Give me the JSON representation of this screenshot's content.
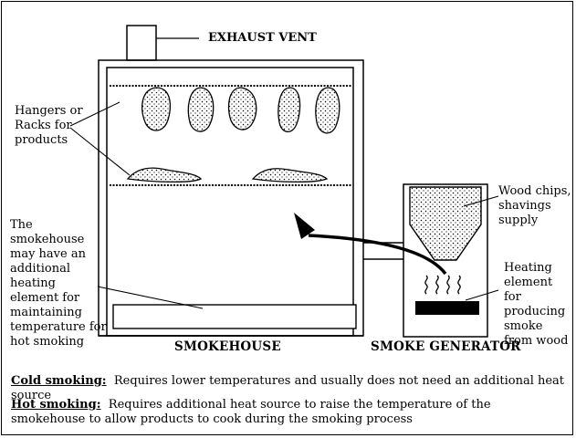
{
  "labels": {
    "exhaust_vent": "EXHAUST VENT",
    "hangers": "Hangers or Racks for products",
    "heating_element_note": "The smokehouse may have an additional heating element for maintaining temperature for hot smoking",
    "wood_chips": "Wood chips, shavings supply",
    "heating_element": "Heating element for producing smoke from wood",
    "smokehouse": "SMOKEHOUSE",
    "smoke_generator": "SMOKE GENERATOR"
  },
  "notes": {
    "cold_term": "Cold smoking:",
    "cold_text": "Requires lower temperatures and usually does not need an additional heat source",
    "hot_term": "Hot smoking:",
    "hot_text": "Requires additional heat source to raise the temperature of the smokehouse to allow products to cook during the smoking process"
  }
}
